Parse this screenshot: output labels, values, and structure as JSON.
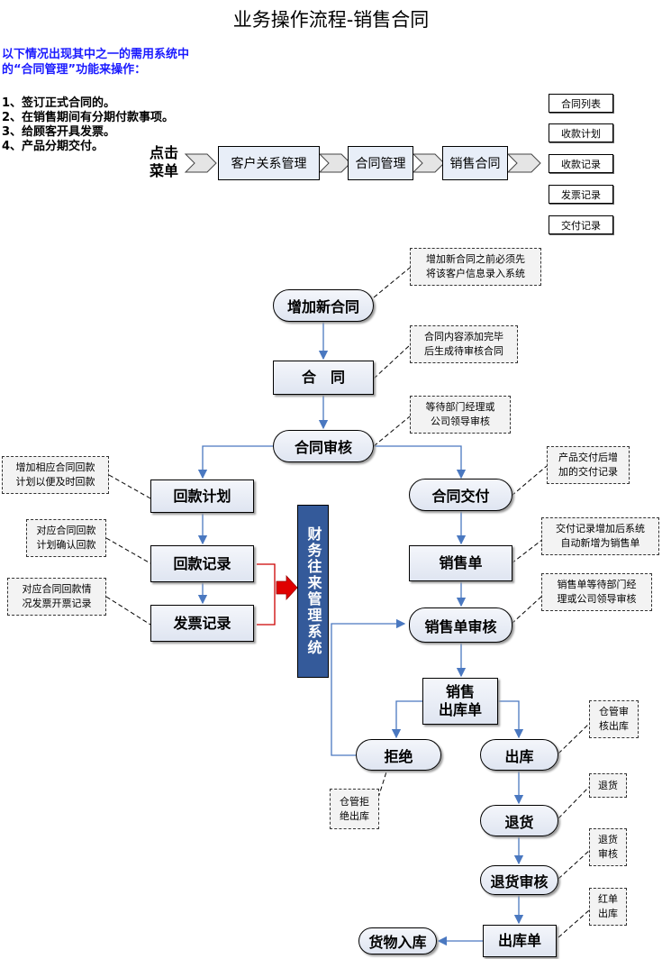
{
  "title": "业务操作流程-销售合同",
  "intro": [
    "以下情况出现其中之一的需用系统中",
    "的“合同管理”功能来操作："
  ],
  "conditions": [
    "1、签订正式合同的。",
    "2、在销售期间有分期付款事项。",
    "3、给顾客开具发票。",
    "4、产品分期交付。"
  ],
  "click_menu": [
    "点击",
    "菜单"
  ],
  "menu_path": [
    "客户关系管理",
    "合同管理",
    "销售合同"
  ],
  "side_buttons": [
    "合同列表",
    "收款计划",
    "收款记录",
    "发票记录",
    "交付记录"
  ],
  "nodes": {
    "add_contract": "增加新合同",
    "contract": "合　同",
    "contract_review": "合同审核",
    "payment_plan": "回款计划",
    "payment_record": "回款记录",
    "invoice_record": "发票记录",
    "finance_system": "财务往来管理系统",
    "contract_delivery": "合同交付",
    "sales_order": "销售单",
    "sales_order_review": "销售单审核",
    "sales_outbound_1": "销售",
    "sales_outbound_2": "出库单",
    "reject": "拒绝",
    "outbound": "出库",
    "return": "退货",
    "return_review": "退货审核",
    "outbound_order": "出库单",
    "goods_inbound": "货物入库"
  },
  "notes": {
    "n1": [
      "增加新合同之前必须先",
      "将该客户信息录入系统"
    ],
    "n2": [
      "合同内容添加完毕",
      "后生成待审核合同"
    ],
    "n3": [
      "等待部门经理或",
      "公司领导审核"
    ],
    "n4": [
      "增加相应合同回款",
      "计划以便及时回款"
    ],
    "n5": [
      "对应合同回款",
      "计划确认回款"
    ],
    "n6": [
      "对应合同回款情",
      "况发票开票记录"
    ],
    "n7": [
      "产品交付后增",
      "加的交付记录"
    ],
    "n8": [
      "交付记录增加后系统",
      "自动新增为销售单"
    ],
    "n9": [
      "销售单等待部门经",
      "理或公司领导审核"
    ],
    "n10": [
      "仓管审",
      "核出库"
    ],
    "n11": [
      "仓管拒",
      "绝出库"
    ],
    "n12": [
      "退货"
    ],
    "n13": [
      "退货",
      "审核"
    ],
    "n14": [
      "红单",
      "出库"
    ]
  }
}
